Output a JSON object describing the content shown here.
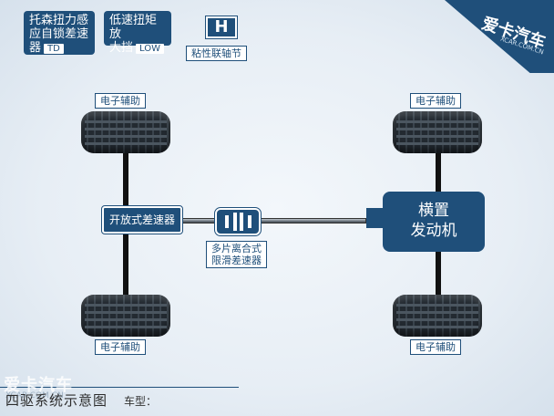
{
  "legend": {
    "torsen": {
      "text_line1": "托森扭力感",
      "text_line2": "应自锁差速",
      "text_line3": "器",
      "tag": "TD"
    },
    "low_range": {
      "text_line1": "低速扭矩放",
      "text_line2": "大挡",
      "tag": "LOW"
    },
    "viscous": {
      "symbol": "H",
      "label": "粘性联轴节"
    }
  },
  "wheels": {
    "front_left_label": "电子辅助",
    "front_right_label": "电子辅助",
    "rear_left_label": "电子辅助",
    "rear_right_label": "电子辅助"
  },
  "components": {
    "open_diff": "开放式差速器",
    "clutch_label_line1": "多片离合式",
    "clutch_label_line2": "限滑差速器",
    "engine_line1": "横置",
    "engine_line2": "发动机"
  },
  "footer": {
    "title": "四驱系统示意图",
    "model_label": "车型："
  },
  "watermark": {
    "brand_cn": "爱卡汽车",
    "brand_url": "XCAR.COM.CN"
  },
  "colors": {
    "accent": "#1f4f7a",
    "background": "#e7eef5"
  }
}
